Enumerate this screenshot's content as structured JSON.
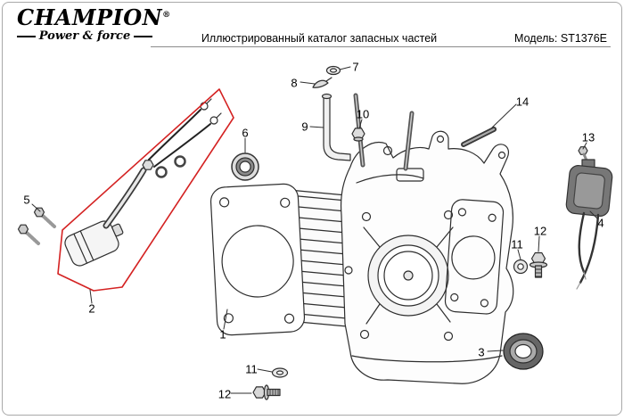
{
  "brand": {
    "name": "CHAMPION",
    "registered_mark": "®",
    "tagline": "Power & force"
  },
  "header": {
    "title": "Иллюстрированный каталог запасных частей",
    "model_label": "Модель:",
    "model_value": "ST1376E"
  },
  "diagram": {
    "type": "exploded-parts-diagram",
    "subject": "Engine crankcase and cylinder block assembly with fasteners, oil sensor, bearing, oil seal and ignition coil",
    "highlight": {
      "color": "#d42222",
      "highlighted_part": "2"
    },
    "callouts": [
      {
        "number": "7"
      },
      {
        "number": "8"
      },
      {
        "number": "9"
      },
      {
        "number": "10"
      },
      {
        "number": "14"
      },
      {
        "number": "13"
      },
      {
        "number": "6"
      },
      {
        "number": "5"
      },
      {
        "number": "4"
      },
      {
        "number": "11"
      },
      {
        "number": "12"
      },
      {
        "number": "1"
      },
      {
        "number": "2"
      },
      {
        "number": "3"
      },
      {
        "number": "11"
      },
      {
        "number": "12"
      }
    ]
  }
}
